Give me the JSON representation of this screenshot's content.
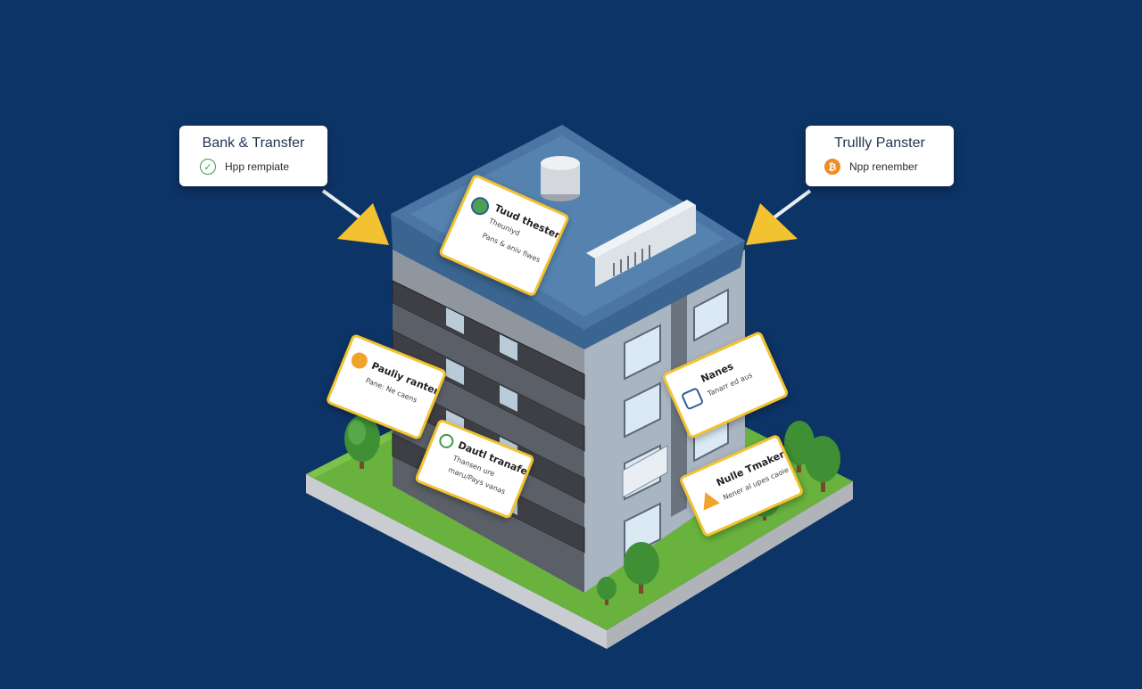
{
  "background_color": "#0d3466",
  "accent_color": "#f2c230",
  "callouts": {
    "left": {
      "title": "Bank & Transfer",
      "subtitle": "Hpp rempiate",
      "icon": "check-circle-icon"
    },
    "right": {
      "title": "Trullly Panster",
      "subtitle": "Npp renember",
      "icon": "bitcoin-coin-icon"
    }
  },
  "cards": {
    "roof": {
      "title": "Tuud thester",
      "line1": "Theuniyd",
      "line2": "Pans & aniv fiwes",
      "icon": "person-avatar-icon"
    },
    "left_mid": {
      "title": "Pauliy ranter",
      "line1": "Pane: Ne caens",
      "icon": "bank-document-icon"
    },
    "left_low": {
      "title": "Dautl tranafer",
      "line1": "Thansen ure",
      "line2": "maru/Pays vanas",
      "icon": "check-mark-icon"
    },
    "right_mid": {
      "title": "Nanes",
      "line1": "Tanarr ed aus",
      "icon": "transfer-arrows-icon"
    },
    "right_low": {
      "title": "Nulle Tmaker",
      "line1": "Nener al upes caoie",
      "icon": "warning-triangle-icon"
    }
  }
}
